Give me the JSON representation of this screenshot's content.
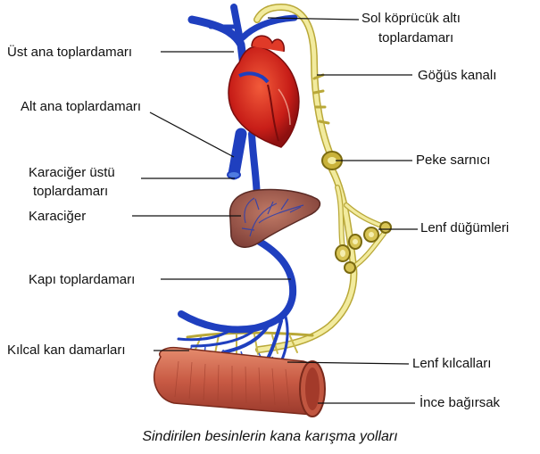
{
  "labels": {
    "ust_ana_toplardamar": "Üst ana toplardamarı",
    "alt_ana_toplardamar": "Alt ana toplardamarı",
    "karaciger_ustu_1": "Karaciğer üstü",
    "karaciger_ustu_2": "toplardamarı",
    "karaciger": "Karaciğer",
    "kapi_toplardamar": "Kapı toplardamarı",
    "kilcal_kan": "Kılcal kan damarları",
    "sol_kopruculk_1": "Sol köprücük altı",
    "sol_kopruculk_2": "toplardamarı",
    "gogus_kanali": "Göğüs kanalı",
    "peke_sarnici": "Peke sarnıcı",
    "lenf_dugumleri": "Lenf düğümleri",
    "lenf_kilcallari": "Lenf kılcalları",
    "ince_bagirsak": "İnce bağırsak"
  },
  "caption": "Sindirilen besinlerin kana karışma yolları",
  "colors": {
    "vein": "#1f3fbf",
    "lymph": "#f2eb9e",
    "lymph_outline": "#b9a838",
    "heart": "#d8261c",
    "liver": "#a25a4e",
    "intestine": "#c7624a"
  }
}
